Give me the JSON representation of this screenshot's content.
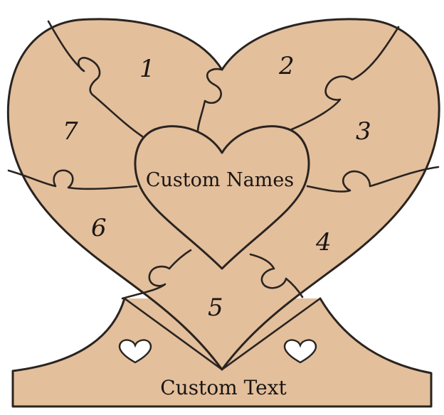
{
  "colors": {
    "wood": "#e3bf9c",
    "line": "#2a2420",
    "hole": "#ffffff"
  },
  "center_label": "Custom Names",
  "base_label": "Custom Text",
  "pieces": [
    "1",
    "2",
    "3",
    "4",
    "5",
    "6",
    "7"
  ],
  "icons": [
    "heart-hole-icon",
    "heart-hole-icon"
  ]
}
